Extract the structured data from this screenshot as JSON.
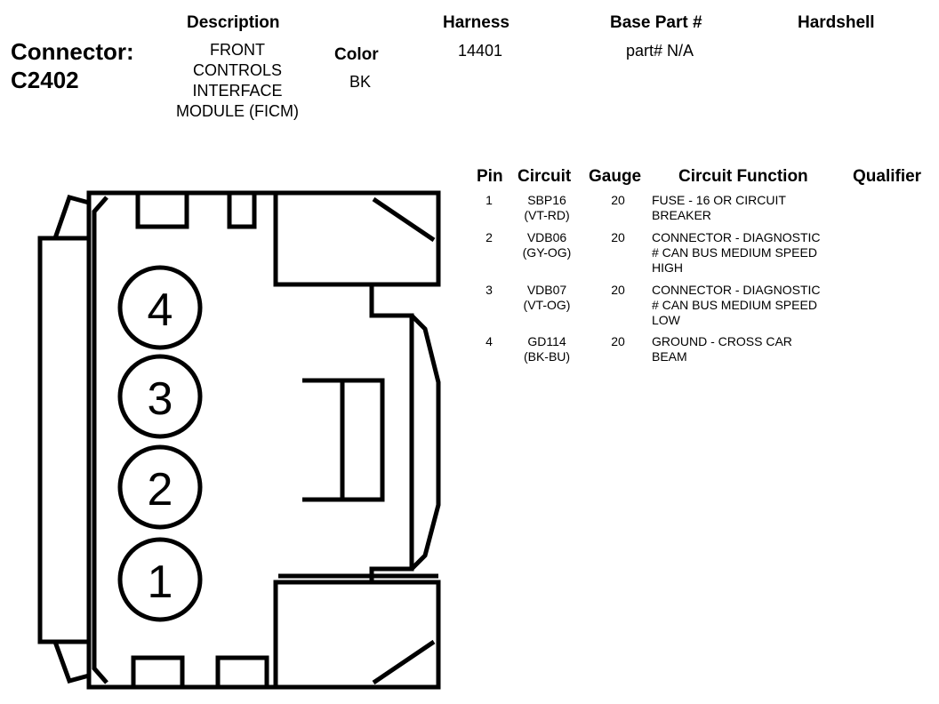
{
  "connector": {
    "label": "Connector:",
    "id": "C2402"
  },
  "headers": {
    "description": "Description",
    "color": "Color",
    "harness": "Harness",
    "base_part": "Base Part #",
    "hardshell": "Hardshell"
  },
  "values": {
    "description": [
      "FRONT",
      "CONTROLS",
      "INTERFACE",
      "MODULE (FICM)"
    ],
    "color": "BK",
    "harness": "14401",
    "base_part": "part# N/A"
  },
  "table": {
    "columns": [
      "Pin",
      "Circuit",
      "Gauge",
      "Circuit Function",
      "Qualifier"
    ],
    "rows": [
      {
        "pin": "1",
        "circuit": [
          "SBP16",
          "(VT-RD)"
        ],
        "gauge": "20",
        "function": [
          "FUSE - 16 OR CIRCUIT",
          "BREAKER"
        ]
      },
      {
        "pin": "2",
        "circuit": [
          "VDB06",
          "(GY-OG)"
        ],
        "gauge": "20",
        "function": [
          "CONNECTOR - DIAGNOSTIC",
          "# CAN BUS MEDIUM SPEED",
          "HIGH"
        ]
      },
      {
        "pin": "3",
        "circuit": [
          "VDB07",
          "(VT-OG)"
        ],
        "gauge": "20",
        "function": [
          "CONNECTOR - DIAGNOSTIC",
          "# CAN BUS MEDIUM SPEED",
          "LOW"
        ]
      },
      {
        "pin": "4",
        "circuit": [
          "GD114",
          "(BK-BU)"
        ],
        "gauge": "20",
        "function": [
          "GROUND - CROSS CAR",
          "BEAM"
        ]
      }
    ]
  },
  "diagram_pins": [
    "4",
    "3",
    "2",
    "1"
  ]
}
